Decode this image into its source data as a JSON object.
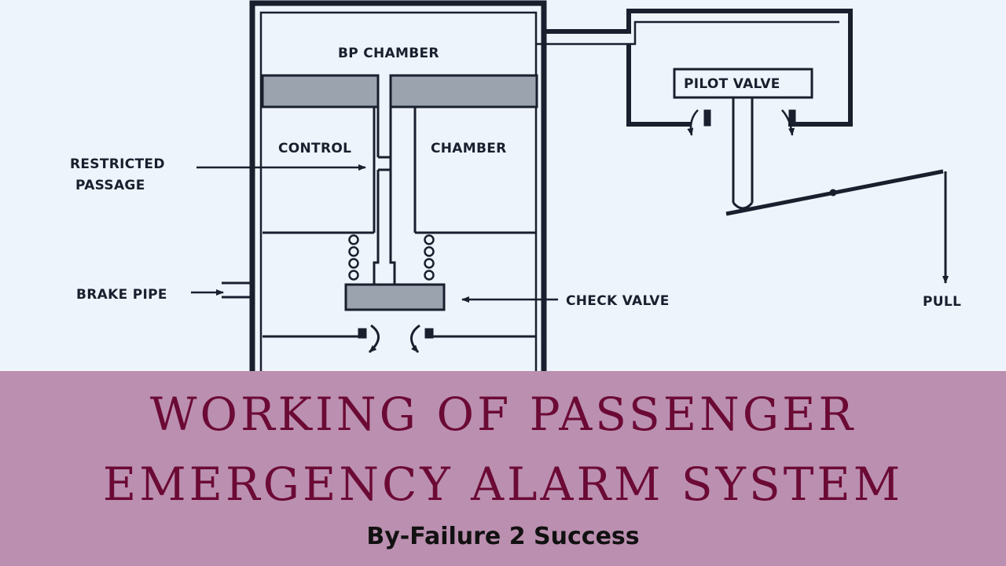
{
  "diagram": {
    "labels": {
      "bp_chamber": "BP CHAMBER",
      "pilot_valve": "PILOT VALVE",
      "control": "CONTROL",
      "chamber": "CHAMBER",
      "restricted_line1": "RESTRICTED",
      "restricted_line2": "PASSAGE",
      "brake_pipe": "BRAKE PIPE",
      "check_valve": "CHECK VALVE",
      "pull": "PULL"
    }
  },
  "banner": {
    "title_line1": "Working Of Passenger",
    "title_line2": "Emergency Alarm System",
    "byline": "By-Failure 2 Success"
  },
  "colors": {
    "banner_bg": "#bb8fb0",
    "title_color": "#6b0a35",
    "diagram_bg": "#eef4fb",
    "line_color": "#1a1f2e",
    "fill_color": "#9aa3ae"
  }
}
